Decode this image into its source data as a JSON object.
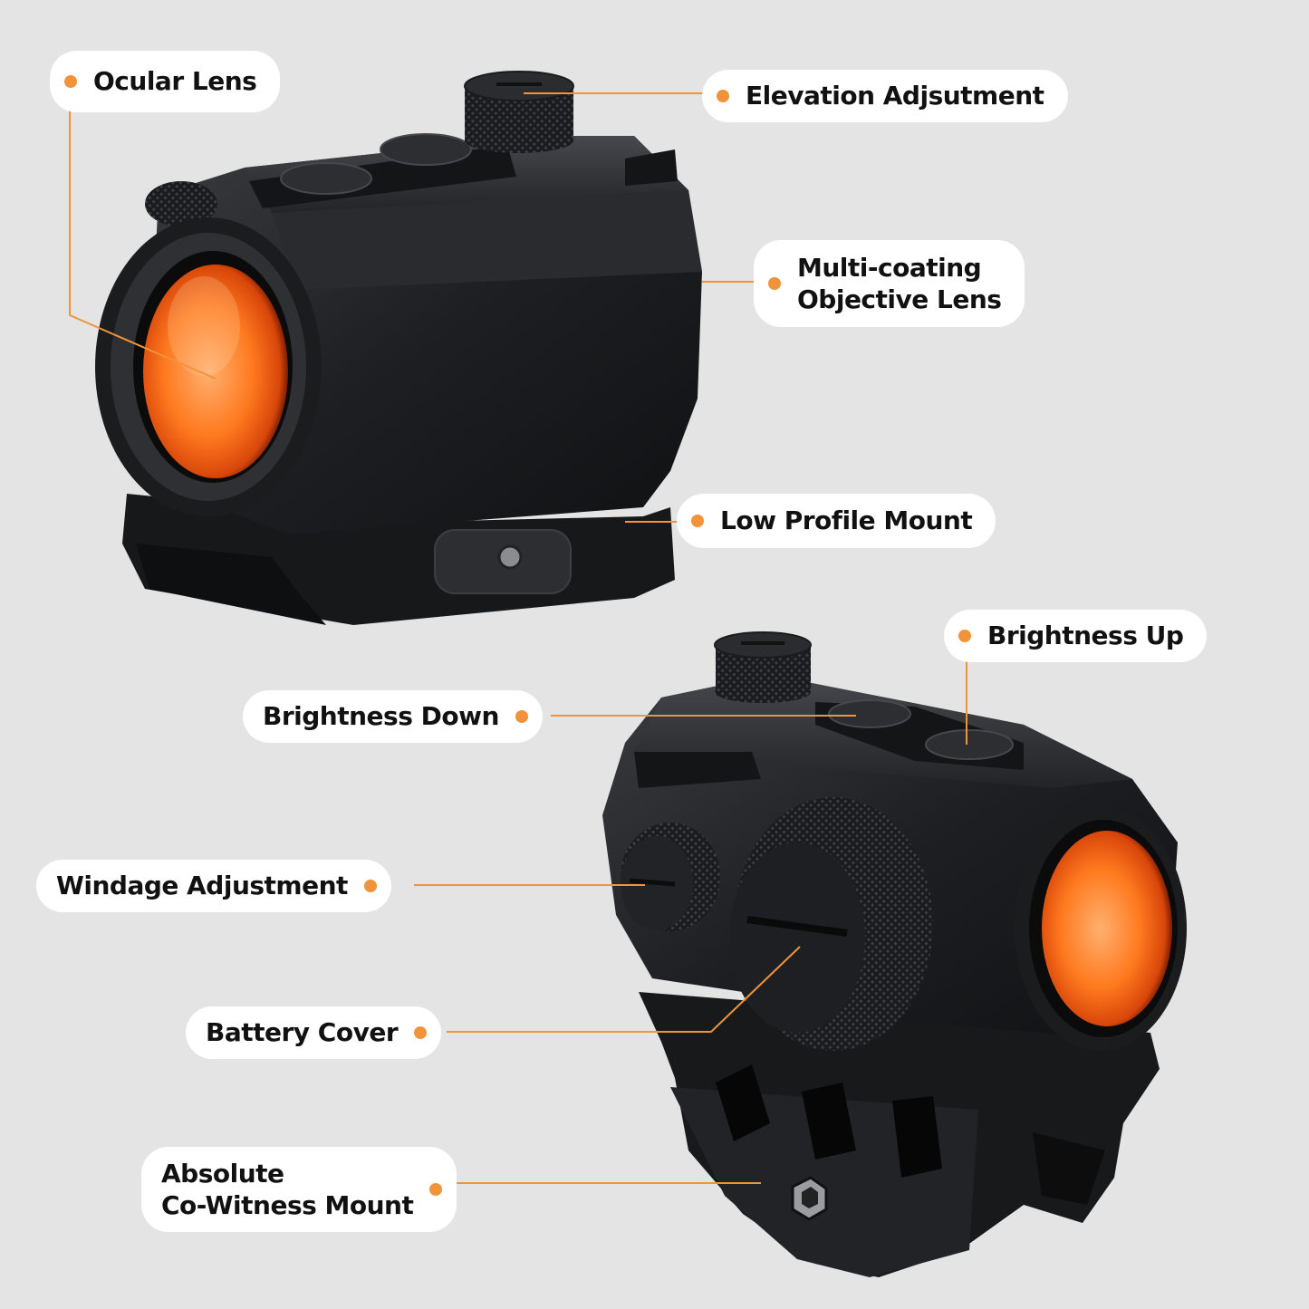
{
  "colors": {
    "background": "#e4e4e4",
    "accent": "#f0933b",
    "body": "#1c1d1f",
    "lens": "#ff7a1f",
    "label_bg": "#ffffff",
    "label_text": "#111111"
  },
  "labels": {
    "ocular_lens": "Ocular Lens",
    "elevation": "Elevation Adjsutment",
    "objective_line1": "Multi-coating",
    "objective_line2": "Objective Lens",
    "low_profile": "Low Profile Mount",
    "brightness_up": "Brightness Up",
    "brightness_down": "Brightness Down",
    "windage": "Windage Adjustment",
    "battery": "Battery Cover",
    "absolute_line1": "Absolute",
    "absolute_line2": "Co-Witness Mount"
  }
}
